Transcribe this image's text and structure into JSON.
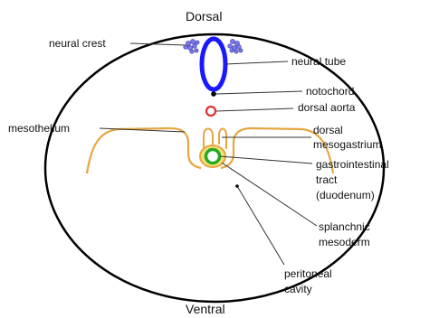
{
  "diagram": {
    "orientation": {
      "top": "Dorsal",
      "bottom": "Ventral"
    },
    "labels": {
      "neural_crest": "neural crest",
      "neural_tube": "neural tube",
      "notochord": "notochord",
      "dorsal_aorta": "dorsal aorta",
      "mesothelium": "mesothelium",
      "dorsal_mesogastrium_1": "dorsal",
      "dorsal_mesogastrium_2": "mesogastrium",
      "gi_tract_1": "gastrointestinal",
      "gi_tract_2": "tract",
      "gi_tract_3": "(duodenum)",
      "splanchnic_1": "splanchnic",
      "splanchnic_2": "mesoderm",
      "peritoneal_1": "peritoneal",
      "peritoneal_2": "cavity"
    },
    "colors": {
      "outline": "#000000",
      "neural_tube": "#1a1aff",
      "neural_crest": "#7a7ae6",
      "mesothelium": "#e6a640",
      "dorsal_aorta": "#e03030",
      "gut_ring": "#22aa22",
      "pointer": "#333333"
    }
  }
}
